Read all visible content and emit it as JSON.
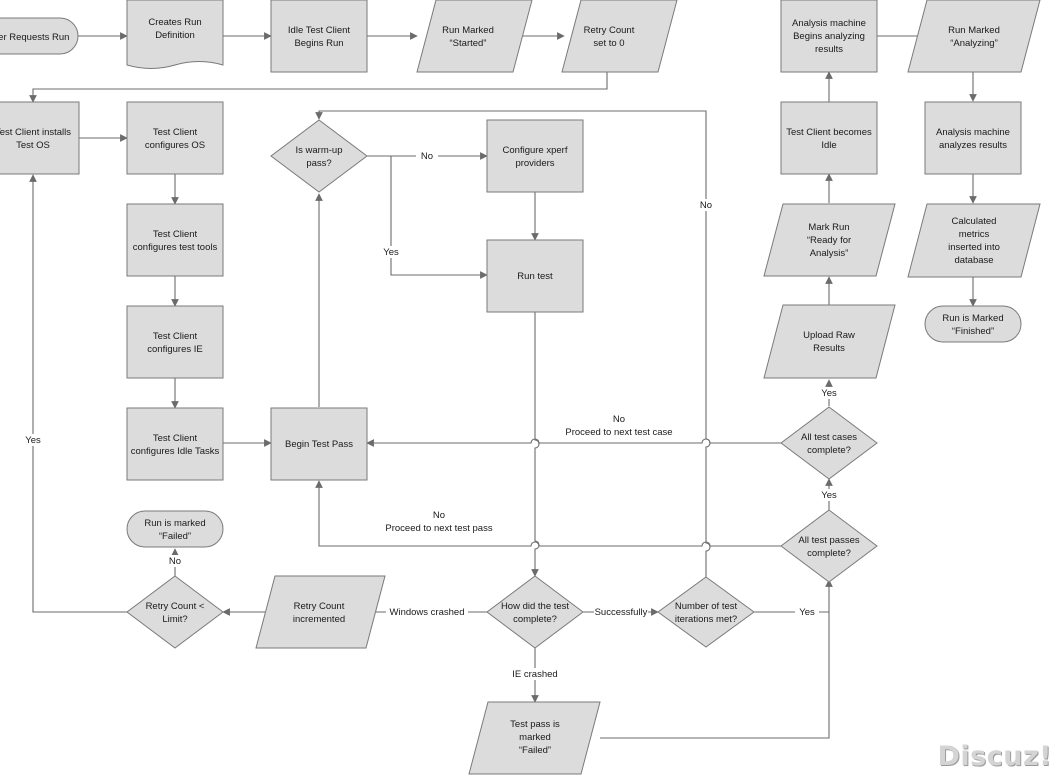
{
  "nodes": {
    "user_requests_run": [
      "User Requests Run"
    ],
    "creates_run_definition": [
      "Creates Run",
      "Definition"
    ],
    "idle_client_begins_run": [
      "Idle Test Client",
      "Begins Run"
    ],
    "run_marked_started": [
      "Run Marked",
      "“Started”"
    ],
    "retry_count_set_zero": [
      "Retry Count",
      "set to 0"
    ],
    "client_installs_os": [
      "Test Client installs",
      "Test OS"
    ],
    "client_configures_os": [
      "Test Client",
      "configures OS"
    ],
    "client_configures_tools": [
      "Test Client",
      "configures test tools"
    ],
    "client_configures_ie": [
      "Test Client",
      "configures IE"
    ],
    "client_configures_idle": [
      "Test Client",
      "configures Idle Tasks"
    ],
    "warmup_decision": [
      "Is warm-up",
      "pass?"
    ],
    "configure_xperf": [
      "Configure xperf",
      "providers"
    ],
    "run_test": [
      "Run test"
    ],
    "begin_test_pass": [
      "Begin Test Pass"
    ],
    "run_marked_failed_top": [
      "Run is marked",
      "“Failed”"
    ],
    "retry_limit_decision": [
      "Retry Count <",
      "Limit?"
    ],
    "retry_incremented": [
      "Retry Count",
      "incremented"
    ],
    "how_complete_decision": [
      "How did the test",
      "complete?"
    ],
    "iterations_decision": [
      "Number of test",
      "iterations met?"
    ],
    "test_pass_failed": [
      "Test pass is",
      "marked",
      "“Failed”"
    ],
    "all_passes_decision": [
      "All test passes",
      "complete?"
    ],
    "all_cases_decision": [
      "All test cases",
      "complete?"
    ],
    "upload_raw_results": [
      "Upload Raw",
      "Results"
    ],
    "mark_ready_analysis": [
      "Mark Run",
      "“Ready for",
      "Analysis”"
    ],
    "client_becomes_idle": [
      "Test Client becomes",
      "Idle"
    ],
    "analysis_begins": [
      "Analysis machine",
      "Begins analyzing",
      "results"
    ],
    "run_marked_analyzing": [
      "Run Marked",
      "“Analyzing”"
    ],
    "analysis_analyzes": [
      "Analysis machine",
      "analyzes results"
    ],
    "metrics_inserted": [
      "Calculated",
      "metrics",
      "inserted into",
      "database"
    ],
    "run_finished": [
      "Run is Marked",
      "“Finished”"
    ]
  },
  "edges": {
    "warmup_no": "No",
    "warmup_yes": "Yes",
    "iterations_no": "No",
    "retry_yes": "Yes",
    "retry_no": "No",
    "windows_crashed": "Windows crashed",
    "successfully": "Successfully",
    "ie_crashed": "IE crashed",
    "iterations_yes": "Yes",
    "passes_yes": "Yes",
    "cases_yes": "Yes",
    "next_case": [
      "No",
      "Proceed to next test case"
    ],
    "next_pass": [
      "No",
      "Proceed to next test pass"
    ]
  },
  "watermark": "Discuz!",
  "colors": {
    "shape_fill": "#dcdcdc",
    "shape_stroke": "#7a7a7a",
    "connector": "#6b6b6b"
  }
}
